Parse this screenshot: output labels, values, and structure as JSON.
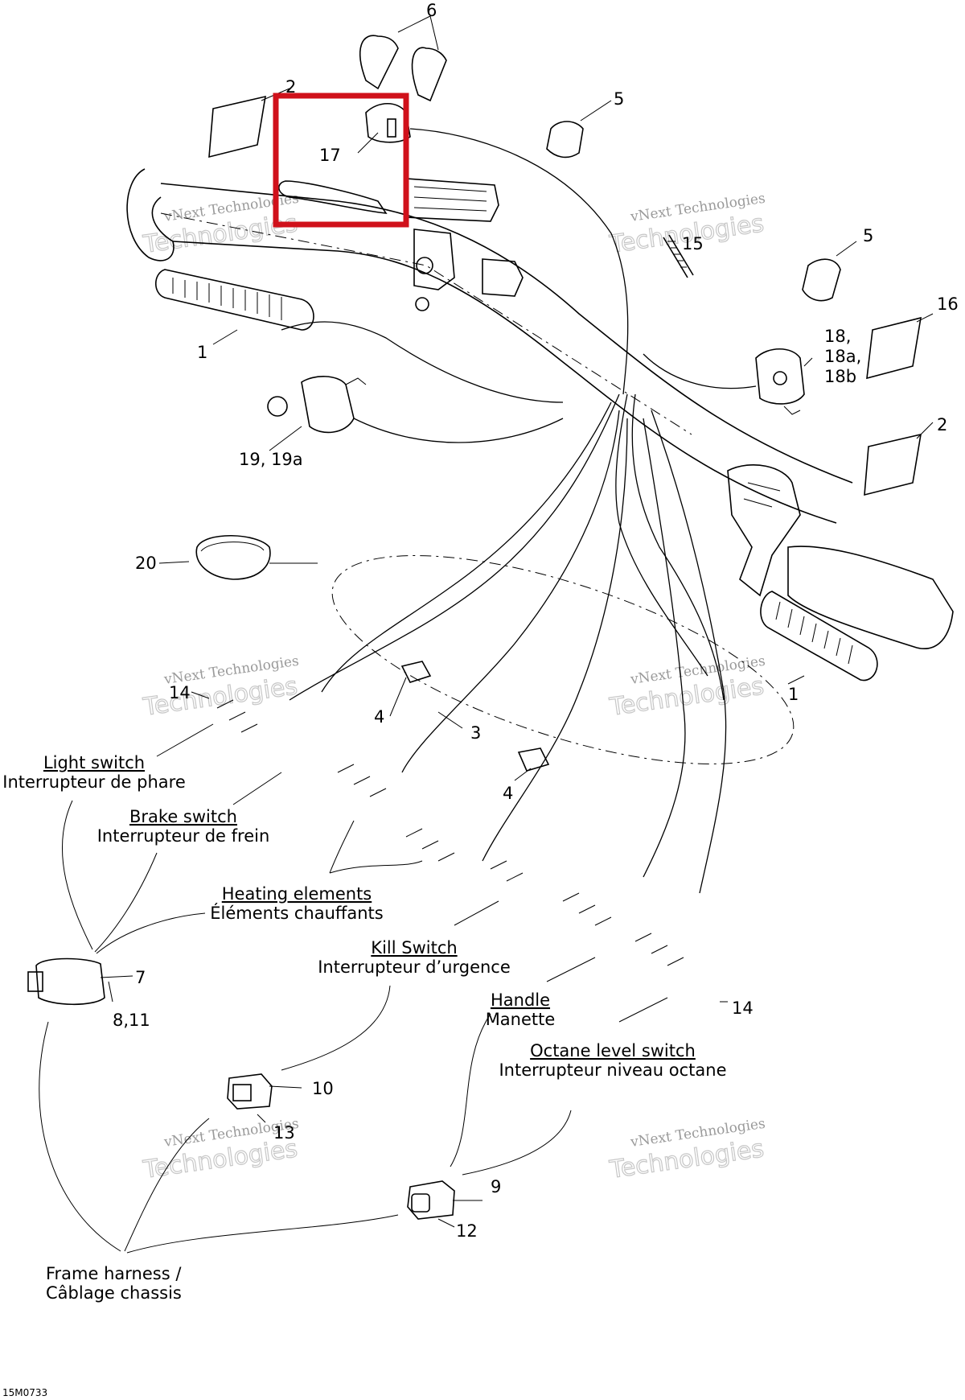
{
  "diagram_code": "15M0733",
  "watermark": {
    "line1": "vNext Technologies",
    "line2": "Technologies",
    "line3": "vNext"
  },
  "highlight_color": "#d0111b",
  "callouts": {
    "c1a": "1",
    "c1b": "1",
    "c2a": "2",
    "c2b": "2",
    "c3": "3",
    "c4a": "4",
    "c4b": "4",
    "c5a": "5",
    "c5b": "5",
    "c6": "6",
    "c7": "7",
    "c811": "8,11",
    "c9": "9",
    "c10": "10",
    "c12": "12",
    "c13": "13",
    "c14a": "14",
    "c14b": "14",
    "c15": "15",
    "c16": "16",
    "c17": "17",
    "c18a": "18,",
    "c18b": "18a,",
    "c18c": "18b",
    "c19": "19, 19a",
    "c20": "20"
  },
  "labels": {
    "light_switch": {
      "en": "Light switch",
      "fr": "Interrupteur de phare"
    },
    "brake_switch": {
      "en": "Brake switch",
      "fr": "Interrupteur de frein"
    },
    "heating_elements": {
      "en": "Heating elements",
      "fr": "Éléments chauffants"
    },
    "kill_switch": {
      "en": "Kill Switch",
      "fr": "Interrupteur d’urgence"
    },
    "handle": {
      "en": "Handle",
      "fr": "Manette"
    },
    "octane": {
      "en": "Octane level switch",
      "fr": "Interrupteur niveau octane"
    },
    "frame_harness": {
      "line1": "Frame harness /",
      "line2": "Câblage chassis"
    }
  }
}
